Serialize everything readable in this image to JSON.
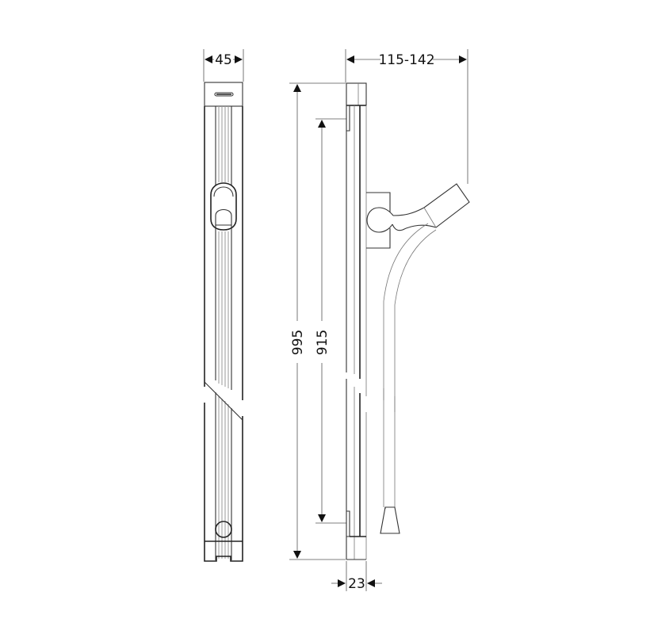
{
  "drawing": {
    "type": "technical-dimension-drawing",
    "subject": "shower rail with hand shower holder and hose",
    "views": [
      "front",
      "side"
    ]
  },
  "dimensions": {
    "front_width": "45",
    "side_depth": "115-142",
    "total_height": "995",
    "mount_spacing": "915",
    "rail_depth": "23"
  },
  "colors": {
    "line": "#222222",
    "background": "#ffffff"
  }
}
